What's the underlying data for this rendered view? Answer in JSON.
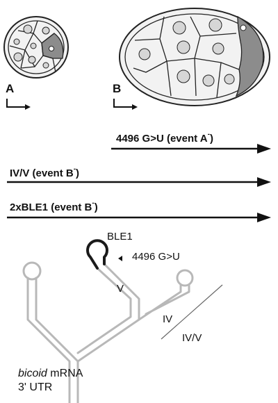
{
  "panels": [
    {
      "id": "A",
      "label": "A"
    },
    {
      "id": "B",
      "label": "B"
    }
  ],
  "arrows": [
    {
      "id": "g4496",
      "text": "4496 G>U  (event A",
      "superscript": "-",
      "suffix": ")"
    },
    {
      "id": "ivv",
      "text": "IV/V  (event B",
      "superscript": "-",
      "suffix": ")"
    },
    {
      "id": "ble",
      "text": "2xBLE1  (event B",
      "superscript": "-",
      "suffix": ")"
    }
  ],
  "stem_labels": {
    "ble1": "BLE1",
    "mutation": "4496 G>U",
    "v": "V",
    "iv": "IV",
    "iv_v": "IV/V"
  },
  "caption": {
    "line1_italic": "bicoid",
    "line1_rest": " mRNA",
    "line2": "3' UTR"
  },
  "colors": {
    "shaded_cell": "#8c8c8c",
    "nucleus": "#d6d6d6",
    "egg_fill": "#f2f2f2",
    "rna_outline": "#b8b8b8",
    "ble1_highlight": "#1a1a1a"
  }
}
